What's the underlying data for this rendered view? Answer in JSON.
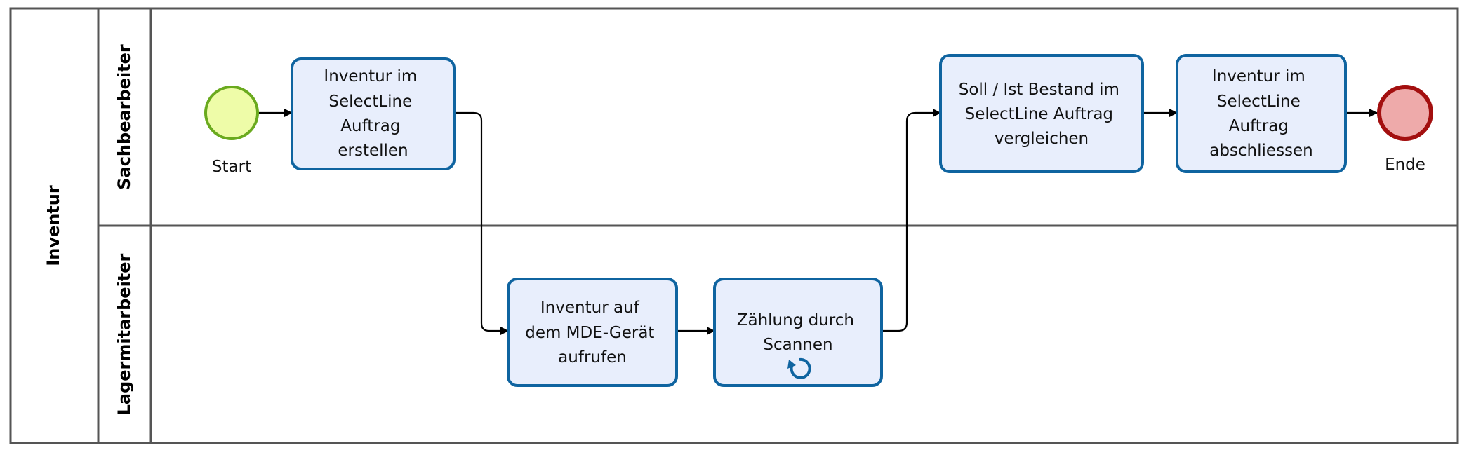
{
  "pool": {
    "name": "Inventur"
  },
  "lanes": [
    {
      "id": "lane-sachbearbeiter",
      "name": "Sachbearbeiter"
    },
    {
      "id": "lane-lagermitarbeiter",
      "name": "Lagermitarbeiter"
    }
  ],
  "events": {
    "start": {
      "label": "Start",
      "fill": "#eefca8",
      "stroke": "#6aaa1e"
    },
    "end": {
      "label": "Ende",
      "fill": "#eeaaaa",
      "stroke": "#a30f0f"
    }
  },
  "tasks": [
    {
      "id": "task-inventur-erstellen",
      "lines": [
        "Inventur im",
        "SelectLine",
        "Auftrag",
        "erstellen"
      ]
    },
    {
      "id": "task-mde-aufrufen",
      "lines": [
        "Inventur auf",
        "dem MDE-Gerät",
        "aufrufen"
      ]
    },
    {
      "id": "task-zaehlung",
      "lines": [
        "Zählung durch",
        "Scannen"
      ],
      "marker": "loop-icon"
    },
    {
      "id": "task-soll-ist",
      "lines": [
        "Soll / Ist Bestand im",
        "SelectLine Auftrag",
        "vergleichen"
      ]
    },
    {
      "id": "task-abschliessen",
      "lines": [
        "Inventur im",
        "SelectLine",
        "Auftrag",
        "abschliessen"
      ]
    }
  ],
  "colors": {
    "task_fill": "#e8eefc",
    "task_stroke": "#0f64a0",
    "pool_stroke": "#555555"
  }
}
